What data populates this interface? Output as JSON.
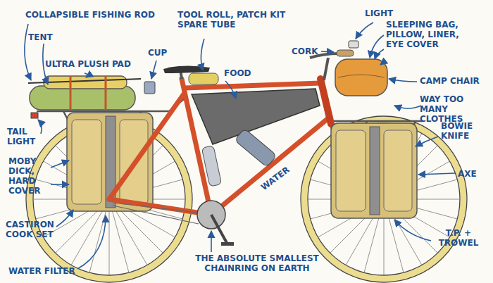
{
  "diagram": {
    "labels": [
      "COLLAPSIBLE FISHING ROD",
      "TOOL ROLL, PATCH KIT SPARE TUBE",
      "LIGHT",
      "SLEEPING BAG, PILLOW, LINER, EYE COVER",
      "TENT",
      "CUP",
      "CORK",
      "ULTRA PLUSH PAD",
      "FOOD",
      "CAMP CHAIR",
      "WAY TOO MANY CLOTHES",
      "BOWIE KNIFE",
      "TAIL LIGHT",
      "AXE",
      "MOBY DICK, HARD COVER",
      "WATER",
      "T.P. + TROWEL",
      "CASTIRON COOK SET",
      "THE ABSOLUTE SMALLEST CHAINRING ON EARTH",
      "WATER FILTER"
    ]
  }
}
